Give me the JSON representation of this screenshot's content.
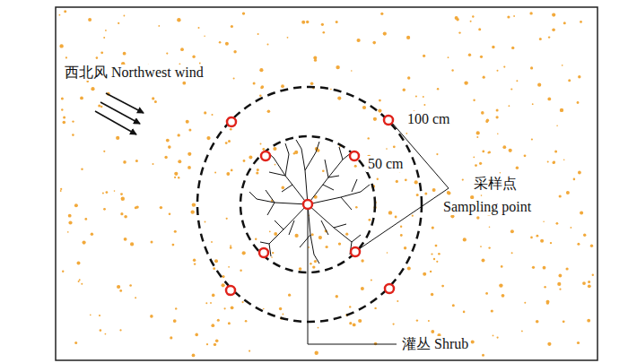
{
  "diagram": {
    "labels": [
      "西北风 Northwest wind",
      "100 cm",
      "50 cm",
      "采样点",
      "Sampling point",
      "灌丛 Shrub"
    ]
  }
}
